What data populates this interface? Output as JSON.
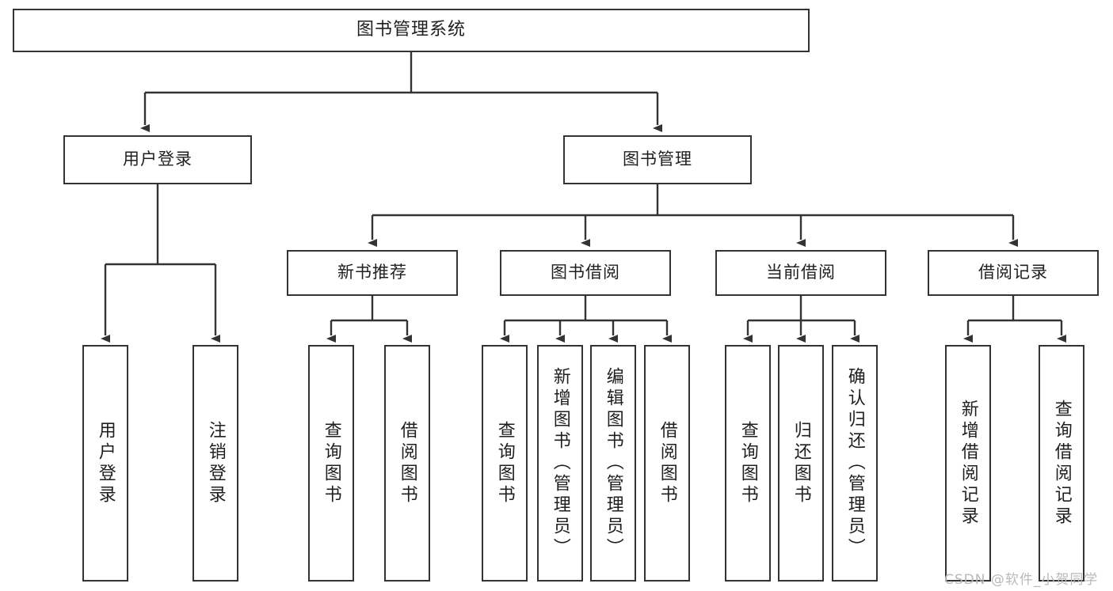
{
  "diagram": {
    "kind": "hierarchy-tree",
    "title": "图书管理系统",
    "colors": {
      "box_border": "#333333",
      "box_fill": "#ffffff",
      "line": "#333333",
      "text": "#1f1f1f",
      "watermark": "#b9b9b9"
    },
    "levels": {
      "level1": [
        "图书管理系统"
      ],
      "level2": [
        "用户登录",
        "图书管理"
      ],
      "level3": [
        "新书推荐",
        "图书借阅",
        "当前借阅",
        "借阅记录"
      ],
      "level4": [
        "用户登录",
        "注销登录",
        "查询图书",
        "借阅图书",
        "查询图书",
        "新增图书（管理员）",
        "编辑图书（管理员）",
        "借阅图书",
        "查询图书",
        "归还图书",
        "确认归还（管理员）",
        "新增借阅记录",
        "查询借阅记录"
      ]
    },
    "nodes": {
      "root": {
        "label": "图书管理系统"
      },
      "user_login": {
        "label": "用户登录"
      },
      "book_manage": {
        "label": "图书管理"
      },
      "new_book_rec": {
        "label": "新书推荐"
      },
      "book_borrow": {
        "label": "图书借阅"
      },
      "current_borrow": {
        "label": "当前借阅"
      },
      "borrow_record": {
        "label": "借阅记录"
      },
      "leaf_user_login": {
        "label": "用户登录"
      },
      "leaf_logout": {
        "label": "注销登录"
      },
      "leaf_query_book_1": {
        "label": "查询图书"
      },
      "leaf_borrow_book_1": {
        "label": "借阅图书"
      },
      "leaf_query_book_2": {
        "label": "查询图书"
      },
      "leaf_add_book": {
        "label": "新增图书（管理员）"
      },
      "leaf_edit_book": {
        "label": "编辑图书（管理员）"
      },
      "leaf_borrow_book_2": {
        "label": "借阅图书"
      },
      "leaf_query_book_3": {
        "label": "查询图书"
      },
      "leaf_return_book": {
        "label": "归还图书"
      },
      "leaf_confirm_return": {
        "label": "确认归还（管理员）"
      },
      "leaf_add_record": {
        "label": "新增借阅记录"
      },
      "leaf_query_record": {
        "label": "查询借阅记录"
      }
    },
    "edges": [
      {
        "from": "root",
        "to": "user_login"
      },
      {
        "from": "root",
        "to": "book_manage"
      },
      {
        "from": "user_login",
        "to": "leaf_user_login"
      },
      {
        "from": "user_login",
        "to": "leaf_logout"
      },
      {
        "from": "book_manage",
        "to": "new_book_rec"
      },
      {
        "from": "book_manage",
        "to": "book_borrow"
      },
      {
        "from": "book_manage",
        "to": "current_borrow"
      },
      {
        "from": "book_manage",
        "to": "borrow_record"
      },
      {
        "from": "new_book_rec",
        "to": "leaf_query_book_1"
      },
      {
        "from": "new_book_rec",
        "to": "leaf_borrow_book_1"
      },
      {
        "from": "book_borrow",
        "to": "leaf_query_book_2"
      },
      {
        "from": "book_borrow",
        "to": "leaf_add_book"
      },
      {
        "from": "book_borrow",
        "to": "leaf_edit_book"
      },
      {
        "from": "book_borrow",
        "to": "leaf_borrow_book_2"
      },
      {
        "from": "current_borrow",
        "to": "leaf_query_book_3"
      },
      {
        "from": "current_borrow",
        "to": "leaf_return_book"
      },
      {
        "from": "current_borrow",
        "to": "leaf_confirm_return"
      },
      {
        "from": "borrow_record",
        "to": "leaf_add_record"
      },
      {
        "from": "borrow_record",
        "to": "leaf_query_record"
      }
    ]
  },
  "watermark": {
    "text": "CSDN @软件_小贺同学"
  }
}
